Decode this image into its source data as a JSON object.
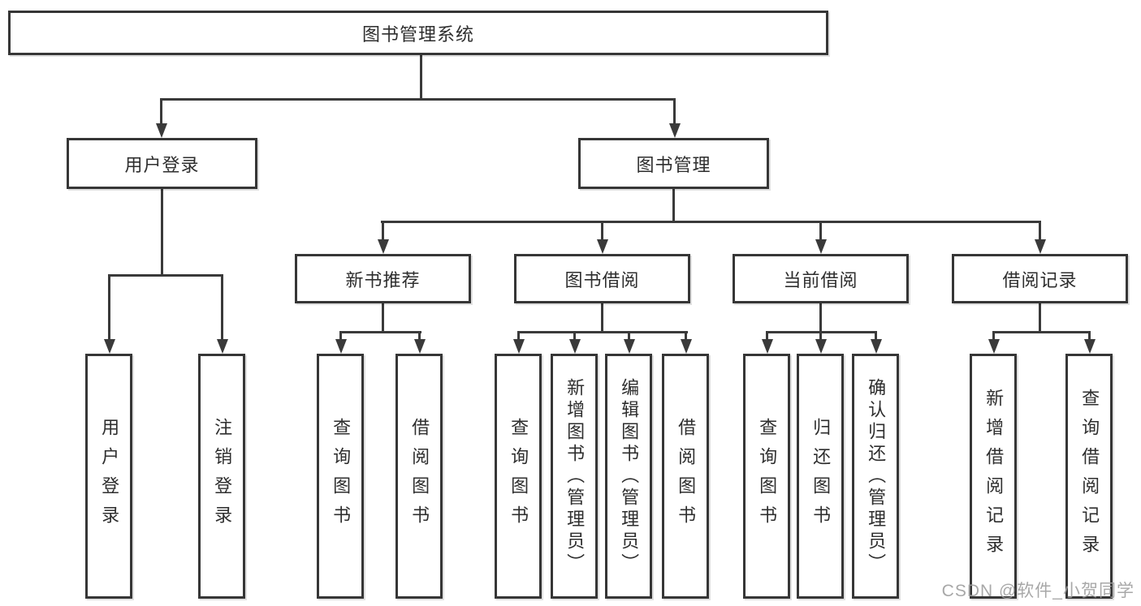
{
  "tree": {
    "root": "图书管理系统",
    "branches": [
      {
        "label": "用户登录",
        "children": [
          "用户登录",
          "注销登录"
        ]
      },
      {
        "label": "图书管理",
        "groups": [
          {
            "label": "新书推荐",
            "children": [
              "查询图书",
              "借阅图书"
            ]
          },
          {
            "label": "图书借阅",
            "children": [
              "查询图书",
              "新增图书（管理员）",
              "编辑图书（管理员）",
              "借阅图书"
            ]
          },
          {
            "label": "当前借阅",
            "children": [
              "查询图书",
              "归还图书",
              "确认归还（管理员）"
            ]
          },
          {
            "label": "借阅记录",
            "children": [
              "新增借阅记录",
              "查询借阅记录"
            ]
          }
        ]
      }
    ]
  },
  "colors": {
    "line": "#3a3a3a",
    "border": "#363636",
    "watermark": "#9e9e9e"
  },
  "watermark": "CSDN @软件_小贺同学"
}
